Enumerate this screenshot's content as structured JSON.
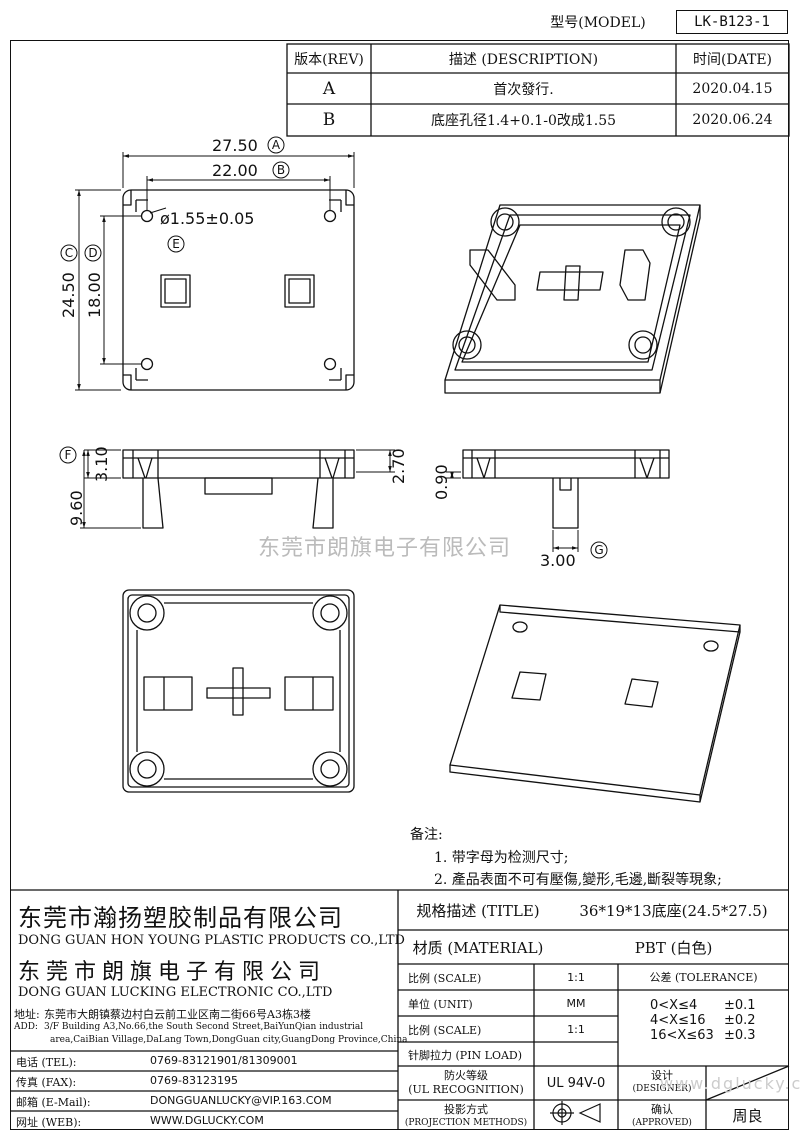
{
  "header": {
    "model_label": "型号(MODEL)",
    "model_value": "LK-B123-1"
  },
  "revision": {
    "col_rev": "版本(REV)",
    "col_desc": "描述 (DESCRIPTION)",
    "col_date": "时间(DATE)",
    "rows": [
      {
        "rev": "A",
        "desc": "首次發行.",
        "date": "2020.04.15"
      },
      {
        "rev": "B",
        "desc": "底座孔径1.4+0.1-0改成1.55",
        "date": "2020.06.24"
      }
    ]
  },
  "dimensions": {
    "d_27_50": "27.50",
    "d_22_00": "22.00",
    "d_hole": "ø1.55±0.05",
    "d_24_50": "24.50",
    "d_18_00": "18.00",
    "d_3_10": "3.10",
    "d_9_60": "9.60",
    "d_2_70": "2.70",
    "d_0_90": "0.90",
    "d_3_00": "3.00",
    "tag_a": "A",
    "tag_b": "B",
    "tag_c": "C",
    "tag_d": "D",
    "tag_e": "E",
    "tag_f": "F",
    "tag_g": "G"
  },
  "watermark": "东莞市朗旗电子有限公司",
  "notes": {
    "title": "备注:",
    "items": [
      "1. 带字母为检测尺寸;",
      "2. 產品表面不可有壓傷,變形,毛邊,斷裂等現象;"
    ]
  },
  "company": {
    "name_cn": "东莞市瀚扬塑胶制品有限公司",
    "name_en": "DONG GUAN HON YOUNG PLASTIC PRODUCTS CO.,LTD",
    "name2_cn": "东莞市朗旗电子有限公司",
    "name2_en": "DONG GUAN LUCKING ELECTRONIC CO.,LTD",
    "addr_label": "地址:",
    "addr_cn": "东莞市大朗镇蔡边村白云前工业区南二街66号A3栋3楼",
    "addr_en_label": "ADD:",
    "addr_en_1": "3/F Building A3,No.66,the South Second Street,BaiYunQian industrial",
    "addr_en_2": "area,CaiBian Village,DaLang Town,DongGuan city,GuangDong Province,China",
    "contacts": [
      {
        "label": "电话 (TEL):",
        "value": "0769-83121901/81309001"
      },
      {
        "label": "传真 (FAX):",
        "value": "0769-83123195"
      },
      {
        "label": "邮箱 (E-Mail):",
        "value": "DONGGUANLUCKY@VIP.163.COM"
      },
      {
        "label": "网址 (WEB):",
        "value": "WWW.DGLUCKY.COM"
      }
    ]
  },
  "spec": {
    "title_label": "规格描述 (TITLE)",
    "title_value": "36*19*13底座(24.5*27.5)",
    "material_label": "材质 (MATERIAL)",
    "material_value": "PBT (白色)",
    "scale_label": "比例 (SCALE)",
    "scale_value": "1:1",
    "unit_label": "单位 (UNIT)",
    "unit_value": "MM",
    "scale2_label": "比例 (SCALE)",
    "scale2_value": "1:1",
    "pin_label": "针脚拉力 (PIN LOAD)",
    "ul_label_1": "防火等级",
    "ul_label_2": "(UL RECOGNITION)",
    "ul_value": "UL 94V-0",
    "proj_label_1": "投影方式",
    "proj_label_2": "(PROJECTION METHODS)",
    "tolerance_label": "公差 (TOLERANCE)",
    "tolerance": [
      {
        "range": "0<X≤4",
        "value": "±0.1"
      },
      {
        "range": "4<X≤16",
        "value": "±0.2"
      },
      {
        "range": "16<X≤63",
        "value": "±0.3"
      }
    ],
    "designer_label_1": "设计",
    "designer_label_2": "(DESIGNER)",
    "approved_label_1": "确认",
    "approved_label_2": "(APPROVED)",
    "approved_value": "周良",
    "watermark_small": "www.dglucky.com"
  }
}
